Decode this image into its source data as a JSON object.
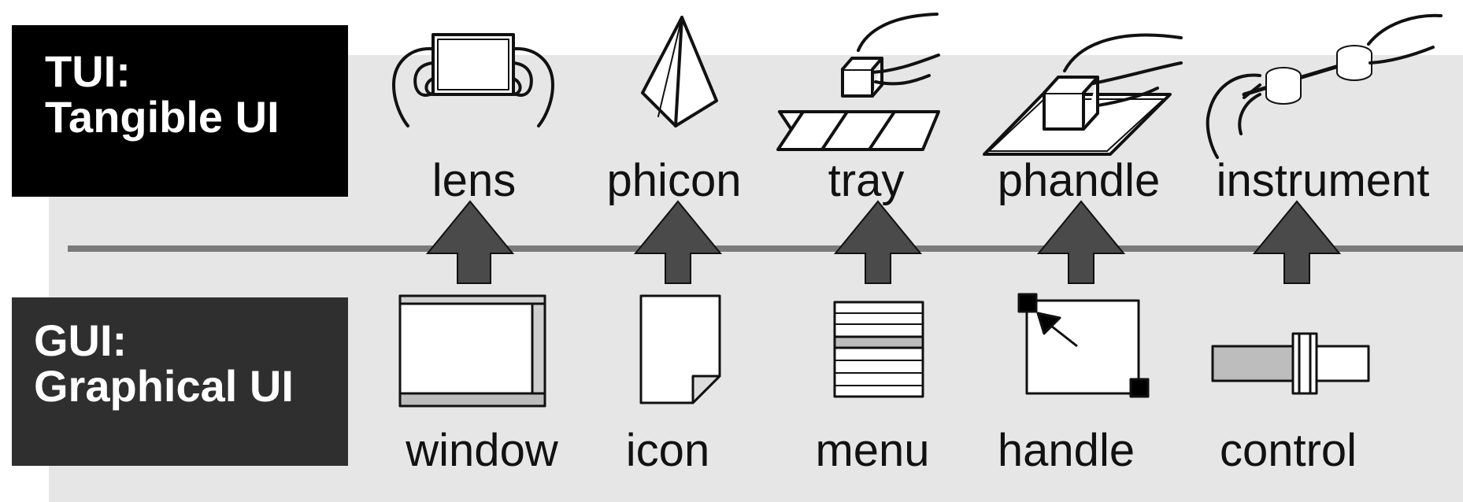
{
  "tui_tag": {
    "line1": "TUI:",
    "line2": "Tangible UI"
  },
  "gui_tag": {
    "line1": "GUI:",
    "line2": "Graphical UI"
  },
  "pairs": [
    {
      "tangible": "lens",
      "graphical": "window"
    },
    {
      "tangible": "phicon",
      "graphical": "icon"
    },
    {
      "tangible": "tray",
      "graphical": "menu"
    },
    {
      "tangible": "phandle",
      "graphical": "handle"
    },
    {
      "tangible": "instrument",
      "graphical": "control"
    }
  ],
  "colors": {
    "tui_tag": "#000000",
    "gui_tag": "#2f2f2f",
    "panel": "#e6e6e6",
    "arrow": "#4a4a4a",
    "divider": "#7a7a7a"
  }
}
